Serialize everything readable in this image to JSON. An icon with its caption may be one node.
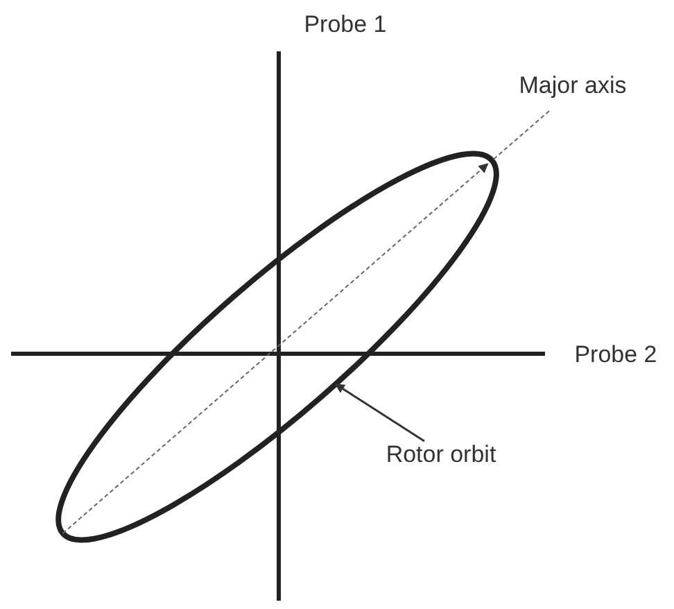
{
  "diagram": {
    "nodes": [
      {
        "text": [
          "Major axis"
        ]
      },
      {
        "text": [
          "Rotor orbit"
        ]
      },
      {
        "text": [],
        "shape": "ellipse"
      }
    ],
    "edges": [
      {
        "from": 0,
        "to": 2,
        "arrow": "none",
        "style": "dashed"
      },
      {
        "from": 1,
        "to": 2,
        "arrow": "to"
      }
    ],
    "labels": [
      "Probe 1",
      "Probe 2"
    ]
  }
}
